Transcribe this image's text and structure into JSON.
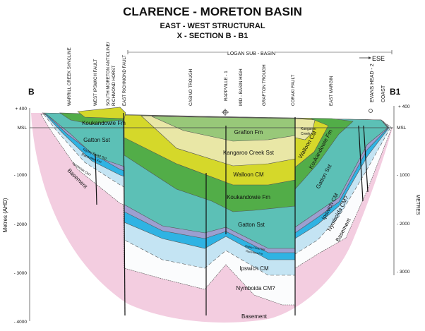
{
  "title": "CLARENCE - MORETON BASIN",
  "subtitle1": "EAST - WEST STRUCTURAL",
  "subtitle2": "X - SECTION B - B1",
  "section_ends": {
    "left": "B",
    "right": "B1"
  },
  "sub_basin": "LOGAN SUB - BASIN",
  "direction": "ESE",
  "features": [
    "WARRILL CREEK SYNCLINE",
    "WEST IPSWICH FAULT",
    "SOUTH MORETON ANTICLINE/",
    "RICHMOND HORST",
    "EAST RICHMOND FAULT",
    "CASINO TROUGH",
    "RAPPVILLE - 1",
    "MID - BASIN HIGH",
    "GRAFTON TROUGH",
    "CORAKI FAULT",
    "EAST MARGIN",
    "EVANS HEAD - 2",
    "COAST"
  ],
  "left_axis": {
    "label": "Metres (AHD)",
    "ticks": [
      "+ 400",
      "MSL",
      "- 1000",
      "- 2000",
      "- 3000",
      "- 4000"
    ]
  },
  "right_axis": {
    "label": "METRES",
    "ticks": [
      "+ 400",
      "MSL",
      "- 1000",
      "- 2000",
      "- 3000"
    ]
  },
  "formations": {
    "grafton": "Grafton Fm",
    "kangaroo": "Kangaroo Creek Sst",
    "kangaroo_short1": "Kangaroo",
    "kangaroo_short2": "Creek",
    "walloon": "Walloon CM",
    "koukandowie": "Koukandowie Fm",
    "gatton": "Gatton Sst",
    "ripley": "Ripley Road Sst",
    "raceview": "Raceview Fm",
    "ipswich": "Ipswich CM",
    "nymboida": "Nymboida CM?",
    "nymboida_short": "Nymboida CM?",
    "basement": "Basement"
  },
  "colors": {
    "basement": "#f3cde0",
    "nymboida": "#fbfcfd",
    "ipswich": "#c4e4f3",
    "raceview": "#2fb3e3",
    "ripley": "#9c9fd0",
    "gatton": "#5cc0b6",
    "koukandowie": "#52ad48",
    "walloon": "#d5d82a",
    "kangaroo": "#e9e7a6",
    "grafton": "#98c879"
  }
}
